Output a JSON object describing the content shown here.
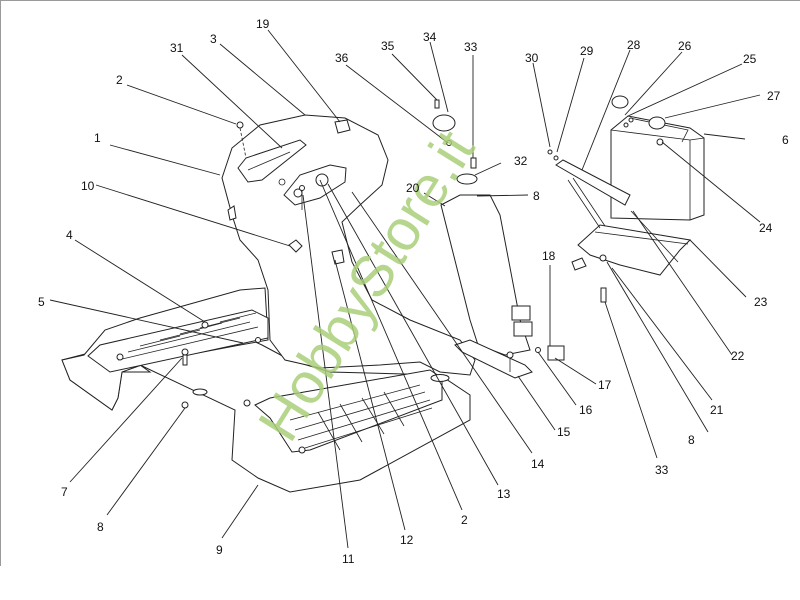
{
  "diagram": {
    "type": "exploded-parts-diagram",
    "subject": "ride-on mower footboard / dashboard / battery assembly",
    "watermark": "HobbyStore.it",
    "watermark_color": "#a9cf78",
    "line_color": "#222222",
    "background": "#ffffff"
  },
  "callouts": [
    {
      "id": "c1",
      "label": "1"
    },
    {
      "id": "c2a",
      "label": "2"
    },
    {
      "id": "c2b",
      "label": "2"
    },
    {
      "id": "c3",
      "label": "3"
    },
    {
      "id": "c4",
      "label": "4"
    },
    {
      "id": "c5",
      "label": "5"
    },
    {
      "id": "c6",
      "label": "6"
    },
    {
      "id": "c7",
      "label": "7"
    },
    {
      "id": "c8a",
      "label": "8"
    },
    {
      "id": "c8b",
      "label": "8"
    },
    {
      "id": "c8c",
      "label": "8"
    },
    {
      "id": "c9",
      "label": "9"
    },
    {
      "id": "c10",
      "label": "10"
    },
    {
      "id": "c11",
      "label": "11"
    },
    {
      "id": "c12",
      "label": "12"
    },
    {
      "id": "c13",
      "label": "13"
    },
    {
      "id": "c14",
      "label": "14"
    },
    {
      "id": "c15",
      "label": "15"
    },
    {
      "id": "c16",
      "label": "16"
    },
    {
      "id": "c17",
      "label": "17"
    },
    {
      "id": "c18",
      "label": "18"
    },
    {
      "id": "c19",
      "label": "19"
    },
    {
      "id": "c20",
      "label": "20"
    },
    {
      "id": "c21",
      "label": "21"
    },
    {
      "id": "c22",
      "label": "22"
    },
    {
      "id": "c23",
      "label": "23"
    },
    {
      "id": "c24",
      "label": "24"
    },
    {
      "id": "c25",
      "label": "25"
    },
    {
      "id": "c26",
      "label": "26"
    },
    {
      "id": "c27",
      "label": "27"
    },
    {
      "id": "c28",
      "label": "28"
    },
    {
      "id": "c29",
      "label": "29"
    },
    {
      "id": "c30",
      "label": "30"
    },
    {
      "id": "c31",
      "label": "31"
    },
    {
      "id": "c32",
      "label": "32"
    },
    {
      "id": "c33a",
      "label": "33"
    },
    {
      "id": "c33b",
      "label": "33"
    },
    {
      "id": "c34",
      "label": "34"
    },
    {
      "id": "c35",
      "label": "35"
    },
    {
      "id": "c36",
      "label": "36"
    }
  ]
}
